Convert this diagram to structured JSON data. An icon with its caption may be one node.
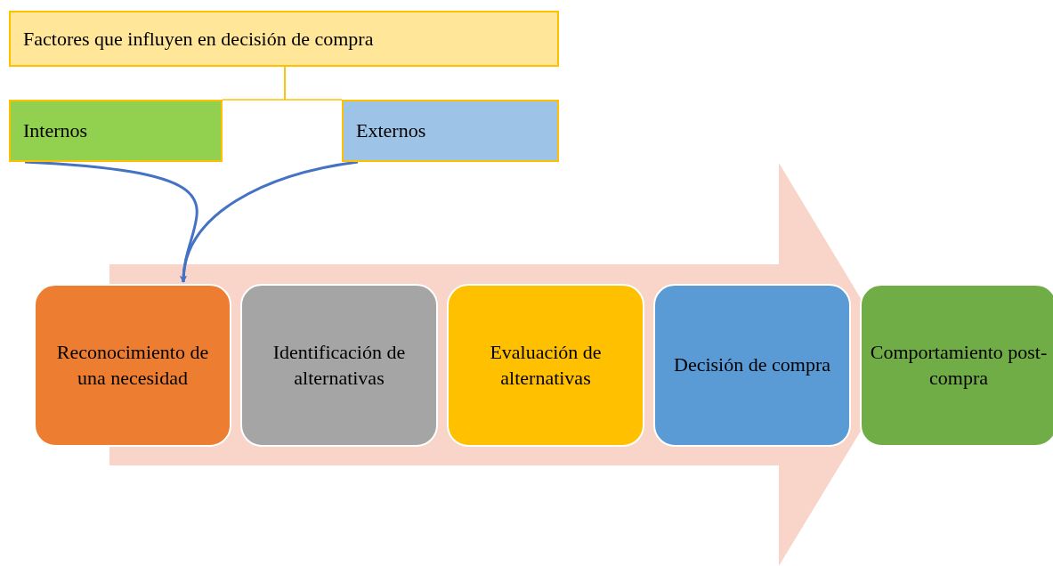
{
  "diagram": {
    "nodes": [
      {
        "text": [
          "Factores que influyen en decisión de compra"
        ]
      },
      {
        "text": [
          "Internos"
        ]
      },
      {
        "text": [
          "Externos"
        ]
      },
      {
        "text": [
          "Reconocimiento de una necesidad"
        ]
      },
      {
        "text": [
          "Identificación de alternativas"
        ]
      },
      {
        "text": [
          "Evaluación de alternativas"
        ]
      },
      {
        "text": [
          "Decisión de compra"
        ]
      },
      {
        "text": [
          "Comportamiento post-compra"
        ]
      }
    ],
    "edges": [
      {
        "from": 0,
        "to": 1,
        "arrow": "none",
        "color": "#ffc000"
      },
      {
        "from": 0,
        "to": 2,
        "arrow": "none",
        "color": "#ffc000"
      },
      {
        "from": 1,
        "to": 3,
        "arrow": "to",
        "color": "#4472c4"
      },
      {
        "from": 2,
        "to": 3,
        "arrow": "to",
        "color": "#4472c4"
      }
    ]
  }
}
